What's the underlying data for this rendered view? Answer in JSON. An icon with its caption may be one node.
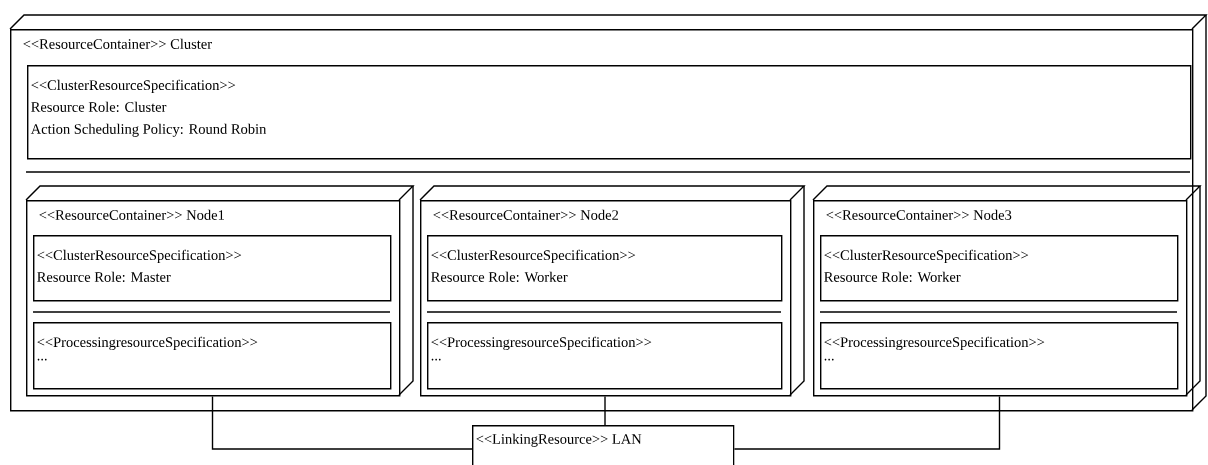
{
  "diagram": {
    "nodes": [
      {
        "text": [
          "<<ResourceContainer>> Cluster"
        ]
      },
      {
        "text": [
          "<<ClusterResourceSpecification>>",
          "Resource Role: Cluster",
          "Action Scheduling Policy: Round Robin"
        ],
        "in": 0
      },
      {
        "text": [
          "<<ResourceContainer>> Node1"
        ],
        "in": 0
      },
      {
        "text": [
          "<<ClusterResourceSpecification>>",
          "Resource Role: Master"
        ],
        "in": 2
      },
      {
        "text": [
          "<<ProcessingresourceSpecification>>",
          "..."
        ],
        "in": 2
      },
      {
        "text": [
          "<<ResourceContainer>> Node2"
        ],
        "in": 0
      },
      {
        "text": [
          "<<ClusterResourceSpecification>>",
          "Resource Role: Worker"
        ],
        "in": 5
      },
      {
        "text": [
          "<<ProcessingresourceSpecification>>",
          "..."
        ],
        "in": 5
      },
      {
        "text": [
          "<<ResourceContainer>> Node3"
        ],
        "in": 0
      },
      {
        "text": [
          "<<ClusterResourceSpecification>>",
          "Resource Role: Worker"
        ],
        "in": 8
      },
      {
        "text": [
          "<<ProcessingresourceSpecification>>",
          "..."
        ],
        "in": 8
      },
      {
        "text": [
          "<<LinkingResource>> LAN"
        ]
      }
    ],
    "edges": [
      {
        "from": 2,
        "to": 11,
        "arrow": "none"
      },
      {
        "from": 5,
        "to": 11,
        "arrow": "none"
      },
      {
        "from": 8,
        "to": 11,
        "arrow": "none"
      }
    ]
  }
}
